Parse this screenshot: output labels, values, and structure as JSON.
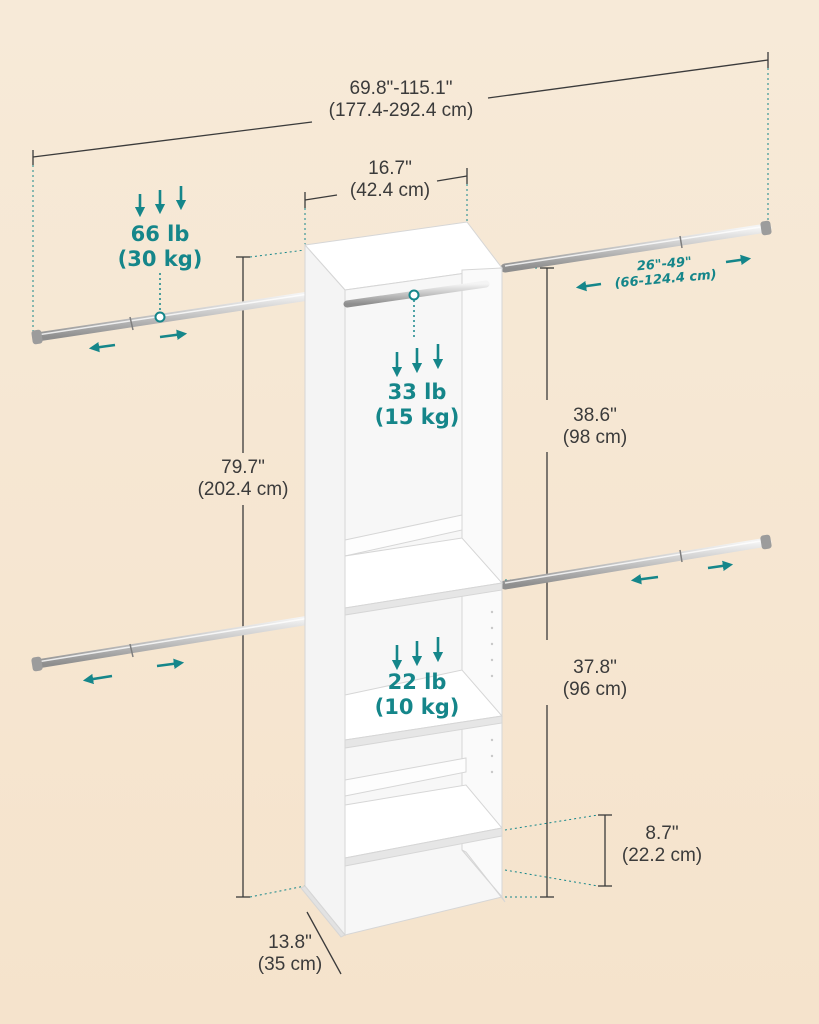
{
  "dimensions": {
    "total_width": {
      "inches": "69.8\"-115.1\"",
      "cm": "(177.4-292.4 cm)"
    },
    "tower_width": {
      "inches": "16.7\"",
      "cm": "(42.4 cm)"
    },
    "total_height": {
      "inches": "79.7\"",
      "cm": "(202.4 cm)"
    },
    "upper_rod_height": {
      "inches": "38.6\"",
      "cm": "(98 cm)"
    },
    "lower_rod_height": {
      "inches": "37.8\"",
      "cm": "(96 cm)"
    },
    "bottom_gap": {
      "inches": "8.7\"",
      "cm": "(22.2 cm)"
    },
    "depth": {
      "inches": "13.8\"",
      "cm": "(35 cm)"
    },
    "rod_extension": {
      "inches": "26\"-49\"",
      "cm": "(66-124.4 cm)"
    }
  },
  "loads": {
    "side_rod": {
      "lb": "66 lb",
      "kg": "(30 kg)"
    },
    "center_rod": {
      "lb": "33 lb",
      "kg": "(15 kg)"
    },
    "shelf": {
      "lb": "22 lb",
      "kg": "(10 kg)"
    }
  },
  "colors": {
    "accent": "#15868a",
    "dimension_line": "#3b3b3b",
    "background": "#f6e6d1",
    "cabinet": "#ffffff"
  }
}
